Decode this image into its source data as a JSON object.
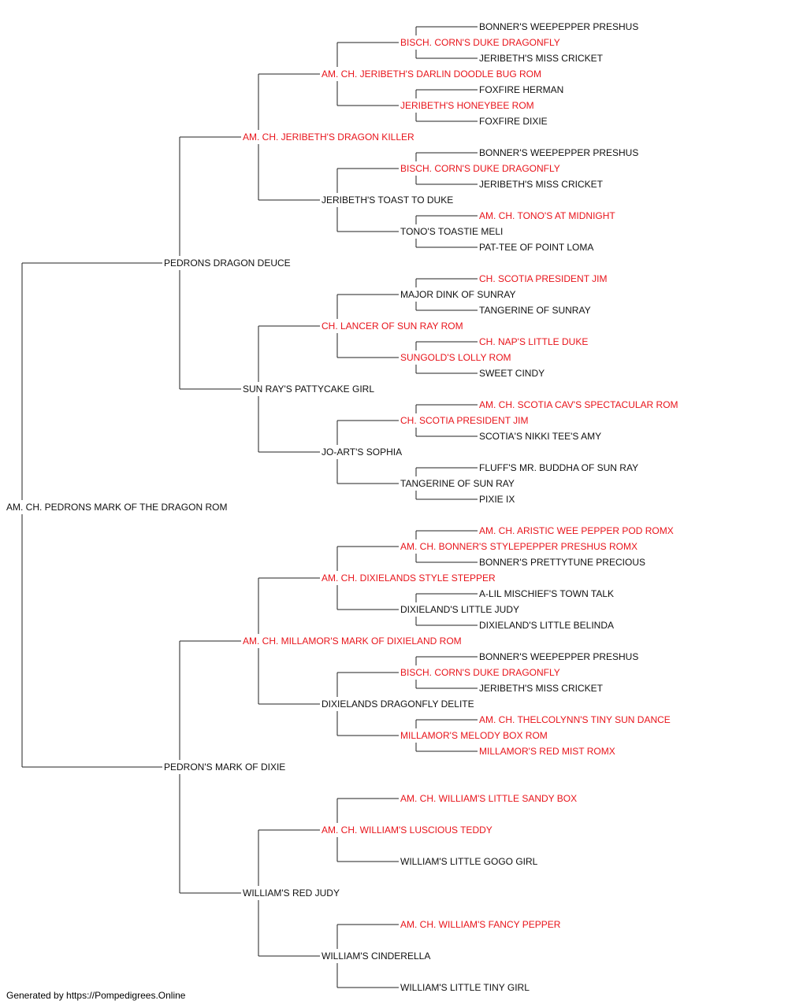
{
  "colors": {
    "titled": "#e8141b",
    "normal": "#111111",
    "line": "#222222"
  },
  "subject": {
    "name": "AM. CH. PEDRONS MARK OF THE DRAGON ROM",
    "titled": false
  },
  "sire": {
    "name": "PEDRONS DRAGON DEUCE",
    "titled": false,
    "sire": {
      "name": "AM. CH. JERIBETH'S DRAGON KILLER",
      "titled": true,
      "sire": {
        "name": "AM. CH. JERIBETH'S DARLIN DOODLE BUG ROM",
        "titled": true,
        "sire": {
          "name": "BISCH. CORN'S DUKE DRAGONFLY",
          "titled": true,
          "sire": {
            "name": "BONNER'S WEEPEPPER PRESHUS",
            "titled": false
          },
          "dam": {
            "name": "JERIBETH'S MISS CRICKET",
            "titled": false
          }
        },
        "dam": {
          "name": "JERIBETH'S HONEYBEE ROM",
          "titled": true,
          "sire": {
            "name": "FOXFIRE HERMAN",
            "titled": false
          },
          "dam": {
            "name": "FOXFIRE DIXIE",
            "titled": false
          }
        }
      },
      "dam": {
        "name": "JERIBETH'S TOAST TO DUKE",
        "titled": false,
        "sire": {
          "name": "BISCH. CORN'S DUKE DRAGONFLY",
          "titled": true,
          "sire": {
            "name": "BONNER'S WEEPEPPER PRESHUS",
            "titled": false
          },
          "dam": {
            "name": "JERIBETH'S MISS CRICKET",
            "titled": false
          }
        },
        "dam": {
          "name": "TONO'S TOASTIE MELI",
          "titled": false,
          "sire": {
            "name": "AM. CH. TONO'S AT MIDNIGHT",
            "titled": true
          },
          "dam": {
            "name": "PAT-TEE OF POINT LOMA",
            "titled": false
          }
        }
      }
    },
    "dam": {
      "name": "SUN RAY'S PATTYCAKE GIRL",
      "titled": false,
      "sire": {
        "name": "CH. LANCER OF SUN RAY ROM",
        "titled": true,
        "sire": {
          "name": "MAJOR DINK OF SUNRAY",
          "titled": false,
          "sire": {
            "name": "CH. SCOTIA PRESIDENT JIM",
            "titled": true
          },
          "dam": {
            "name": "TANGERINE OF SUNRAY",
            "titled": false
          }
        },
        "dam": {
          "name": "SUNGOLD'S LOLLY ROM",
          "titled": true,
          "sire": {
            "name": "CH. NAP'S LITTLE DUKE",
            "titled": true
          },
          "dam": {
            "name": "SWEET CINDY",
            "titled": false
          }
        }
      },
      "dam": {
        "name": "JO-ART'S SOPHIA",
        "titled": false,
        "sire": {
          "name": "CH. SCOTIA PRESIDENT JIM",
          "titled": true,
          "sire": {
            "name": "AM. CH. SCOTIA CAV'S SPECTACULAR ROM",
            "titled": true
          },
          "dam": {
            "name": "SCOTIA'S NIKKI TEE'S AMY",
            "titled": false
          }
        },
        "dam": {
          "name": "TANGERINE OF SUN RAY",
          "titled": false,
          "sire": {
            "name": "FLUFF'S MR. BUDDHA OF SUN RAY",
            "titled": false
          },
          "dam": {
            "name": "PIXIE IX",
            "titled": false
          }
        }
      }
    }
  },
  "dam": {
    "name": "PEDRON'S MARK OF DIXIE",
    "titled": false,
    "sire": {
      "name": "AM. CH. MILLAMOR'S MARK OF DIXIELAND ROM",
      "titled": true,
      "sire": {
        "name": "AM. CH. DIXIELANDS STYLE STEPPER",
        "titled": true,
        "sire": {
          "name": "AM. CH. BONNER'S STYLEPEPPER PRESHUS ROMX",
          "titled": true,
          "sire": {
            "name": "AM. CH. ARISTIC WEE PEPPER POD ROMX",
            "titled": true
          },
          "dam": {
            "name": "BONNER'S PRETTYTUNE PRECIOUS",
            "titled": false
          }
        },
        "dam": {
          "name": "DIXIELAND'S LITTLE JUDY",
          "titled": false,
          "sire": {
            "name": "A-LIL MISCHIEF'S TOWN TALK",
            "titled": false
          },
          "dam": {
            "name": "DIXIELAND'S LITTLE BELINDA",
            "titled": false
          }
        }
      },
      "dam": {
        "name": "DIXIELANDS DRAGONFLY DELITE",
        "titled": false,
        "sire": {
          "name": "BISCH. CORN'S DUKE DRAGONFLY",
          "titled": true,
          "sire": {
            "name": "BONNER'S WEEPEPPER PRESHUS",
            "titled": false
          },
          "dam": {
            "name": "JERIBETH'S MISS CRICKET",
            "titled": false
          }
        },
        "dam": {
          "name": "MILLAMOR'S MELODY BOX ROM",
          "titled": true,
          "sire": {
            "name": "AM. CH. THELCOLYNN'S TINY SUN DANCE",
            "titled": true
          },
          "dam": {
            "name": "MILLAMOR'S RED MIST ROMX",
            "titled": true
          }
        }
      }
    },
    "dam": {
      "name": "WILLIAM'S RED JUDY",
      "titled": false,
      "sire": {
        "name": "AM. CH. WILLIAM'S LUSCIOUS TEDDY",
        "titled": true,
        "sire": {
          "name": "AM. CH. WILLIAM'S LITTLE SANDY BOX",
          "titled": true
        },
        "dam": {
          "name": "WILLIAM'S LITTLE GOGO GIRL",
          "titled": false
        }
      },
      "dam": {
        "name": "WILLIAM'S CINDERELLA",
        "titled": false,
        "sire": {
          "name": "AM. CH. WILLIAM'S FANCY PEPPER",
          "titled": true
        },
        "dam": {
          "name": "WILLIAM'S LITTLE TINY GIRL",
          "titled": false
        }
      }
    }
  },
  "footer": "Generated by https://Pompedigrees.Online"
}
